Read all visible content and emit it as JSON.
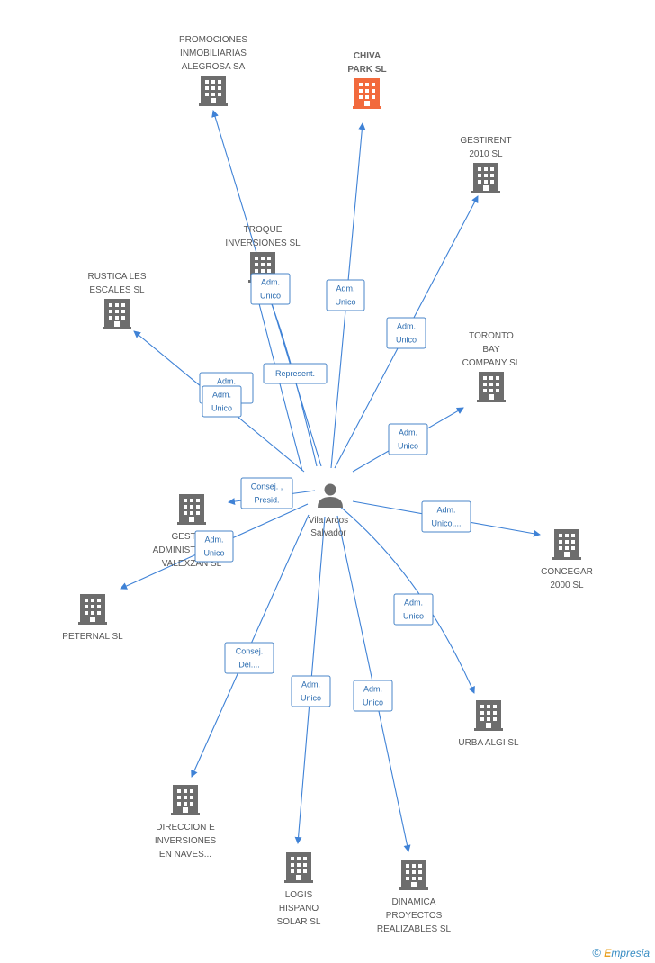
{
  "center": {
    "id": "center",
    "label": [
      "Vila Arcos",
      "Salvador"
    ],
    "icon": "person-icon"
  },
  "colors": {
    "edge": "#3f82d6",
    "building": "#6d6d6d",
    "highlight": "#f26a3d",
    "role_border": "#4a86c8",
    "role_text": "#2b6cb0",
    "label": "#555555"
  },
  "nodes": [
    {
      "id": "promociones",
      "label": [
        "PROMOCIONES",
        "INMOBILIARIAS",
        "ALEGROSA SA"
      ],
      "highlight": false
    },
    {
      "id": "chiva",
      "label": [
        "CHIVA",
        "PARK SL"
      ],
      "highlight": true
    },
    {
      "id": "gestirent",
      "label": [
        "GESTIRENT",
        "2010 SL"
      ],
      "highlight": false
    },
    {
      "id": "troque",
      "label": [
        "TROQUE",
        "INVERSIONES SL"
      ],
      "highlight": false
    },
    {
      "id": "rustica",
      "label": [
        "RUSTICA LES",
        "ESCALES  SL"
      ],
      "highlight": false
    },
    {
      "id": "toronto",
      "label": [
        "TORONTO",
        "BAY",
        "COMPANY SL"
      ],
      "highlight": false
    },
    {
      "id": "gestion",
      "label": [
        "GESTION",
        "ADMINISTRACION",
        "VALEXZAN SL"
      ],
      "highlight": false
    },
    {
      "id": "peternal",
      "label": [
        "PETERNAL SL"
      ],
      "highlight": false
    },
    {
      "id": "concegar",
      "label": [
        "CONCEGAR",
        "2000  SL"
      ],
      "highlight": false
    },
    {
      "id": "urba",
      "label": [
        "URBA ALGI SL"
      ],
      "highlight": false
    },
    {
      "id": "direccion",
      "label": [
        "DIRECCION E",
        "INVERSIONES",
        "EN NAVES..."
      ],
      "highlight": false
    },
    {
      "id": "logis",
      "label": [
        "LOGIS",
        "HISPANO",
        "SOLAR SL"
      ],
      "highlight": false
    },
    {
      "id": "dinamica",
      "label": [
        "DINAMICA",
        "PROYECTOS",
        "REALIZABLES SL"
      ],
      "highlight": false
    }
  ],
  "edges": [
    {
      "to": "promociones",
      "role": [
        "Represent."
      ]
    },
    {
      "to": "chiva",
      "role": [
        "Adm.",
        "Unico"
      ]
    },
    {
      "to": "gestirent",
      "role": [
        "Adm.",
        "Unico"
      ]
    },
    {
      "to": "troque",
      "role": [
        "Adm.",
        "Unico"
      ]
    },
    {
      "to": "rustica",
      "role": [
        "Adm.",
        "Unico"
      ]
    },
    {
      "to": "toronto",
      "role": [
        "Adm.",
        "Unico"
      ]
    },
    {
      "to": "gestion",
      "role": [
        "Consej. ,",
        "Presid."
      ]
    },
    {
      "to": "peternal",
      "role": [
        "Adm.",
        "Unico"
      ]
    },
    {
      "to": "concegar",
      "role": [
        "Adm.",
        "Unico,..."
      ]
    },
    {
      "to": "urba",
      "role": [
        "Adm.",
        "Unico"
      ]
    },
    {
      "to": "direccion",
      "role": [
        "Consej.",
        "Del...."
      ]
    },
    {
      "to": "logis",
      "role": [
        "Adm.",
        "Unico"
      ]
    },
    {
      "to": "dinamica",
      "role": [
        "Adm.",
        "Unico"
      ]
    },
    {
      "to": "troque2",
      "role": [
        "Adm.",
        "Unico"
      ]
    }
  ],
  "watermark": {
    "copyright": "©",
    "brand_initial": "E",
    "brand_rest": "mpresia"
  }
}
